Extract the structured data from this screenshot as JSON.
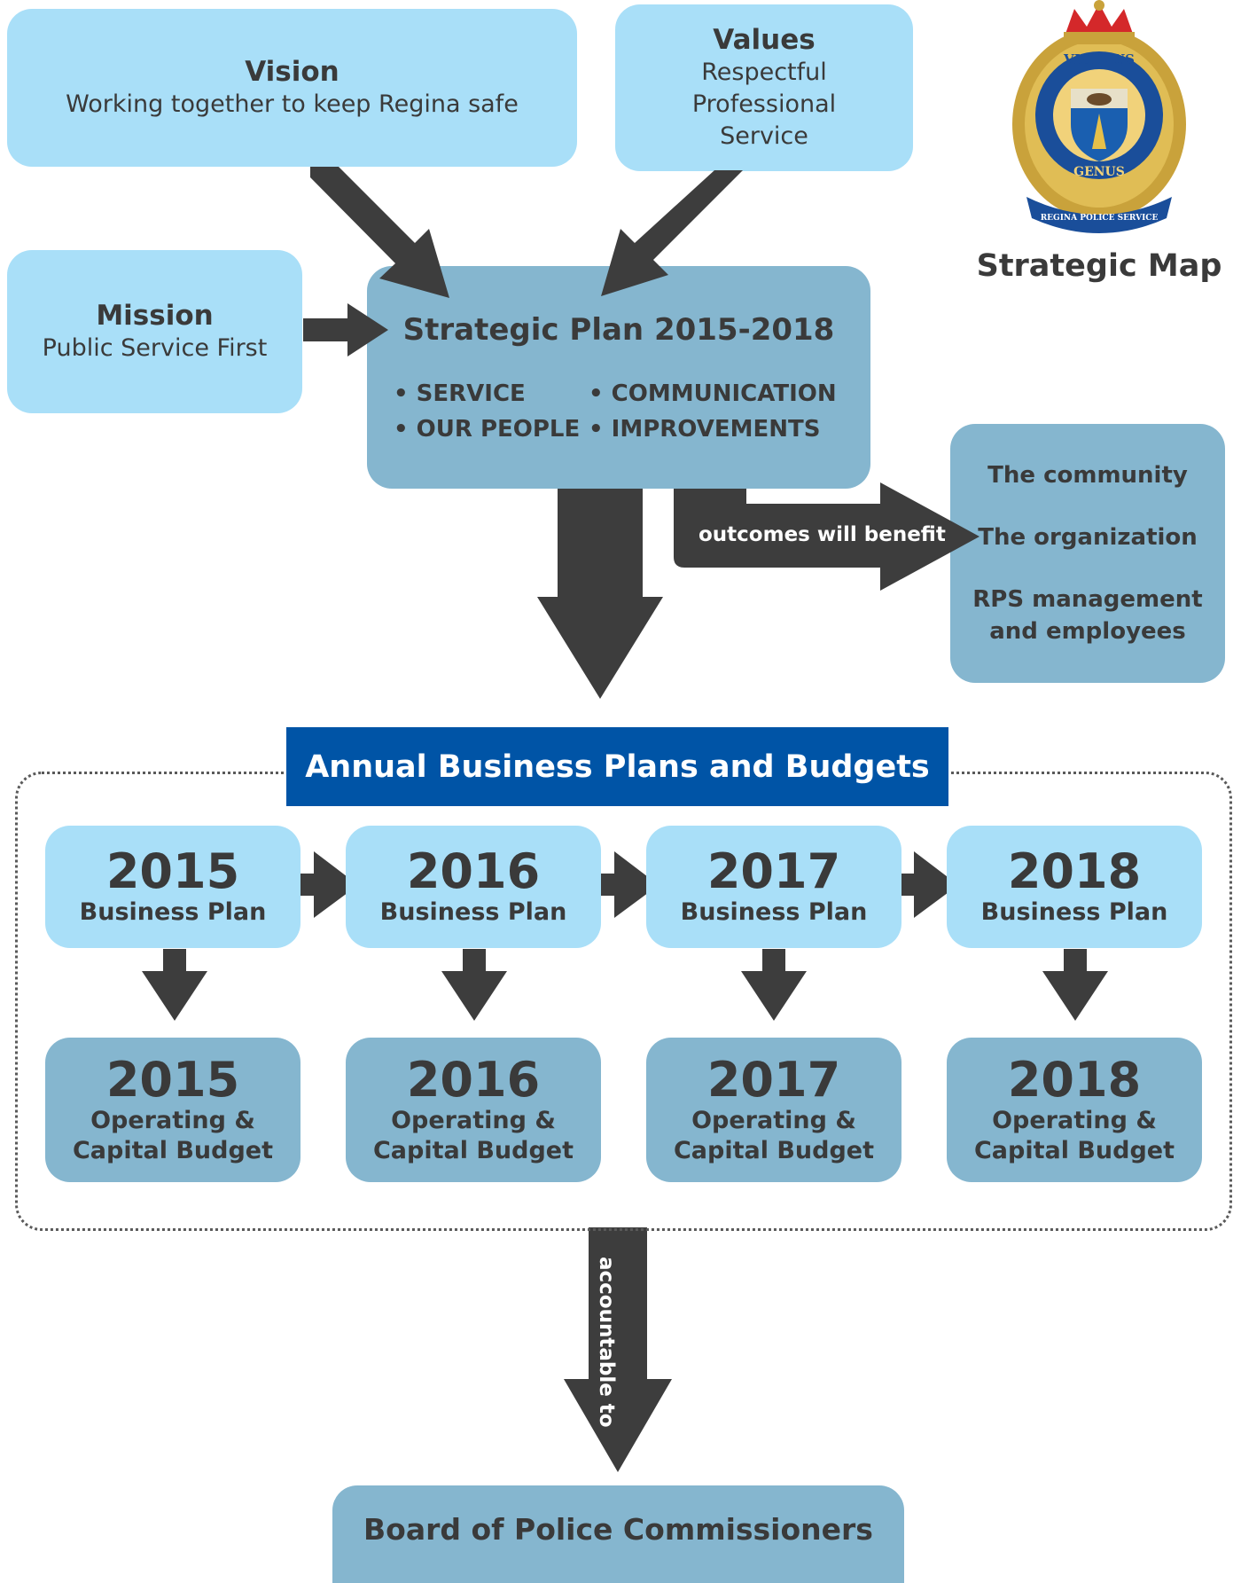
{
  "vision": {
    "title": "Vision",
    "text": "Working together to keep Regina safe"
  },
  "values": {
    "title": "Values",
    "lines": [
      "Respectful",
      "Professional",
      "Service"
    ]
  },
  "mission": {
    "title": "Mission",
    "text": "Public Service First"
  },
  "logo": {
    "caption": "Strategic Map",
    "ring_top": "VIGILIUS",
    "ring_bottom": "GENUS",
    "banner": "REGINA POLICE SERVICE"
  },
  "strategic_plan": {
    "title": "Strategic Plan 2015-2018",
    "bullets": [
      "• SERVICE",
      "• COMMUNICATION",
      "• OUR PEOPLE",
      "• IMPROVEMENTS"
    ]
  },
  "outcomes_label": "outcomes will benefit",
  "beneficiaries": [
    "The community",
    "The organization",
    "RPS management",
    "and employees"
  ],
  "annual_banner": "Annual Business Plans and Budgets",
  "years": [
    {
      "year": "2015",
      "plan": "Business Plan",
      "budget_l1": "Operating &",
      "budget_l2": "Capital Budget"
    },
    {
      "year": "2016",
      "plan": "Business Plan",
      "budget_l1": "Operating &",
      "budget_l2": "Capital Budget"
    },
    {
      "year": "2017",
      "plan": "Business Plan",
      "budget_l1": "Operating &",
      "budget_l2": "Capital Budget"
    },
    {
      "year": "2018",
      "plan": "Business Plan",
      "budget_l1": "Operating &",
      "budget_l2": "Capital Budget"
    }
  ],
  "accountable_label": "accountable to",
  "board": "Board of Police Commissioners",
  "colors": {
    "light_box": "#a9dff8",
    "mid_box": "#85b6cf",
    "banner": "#0054a6",
    "arrow": "#3d3d3d"
  }
}
